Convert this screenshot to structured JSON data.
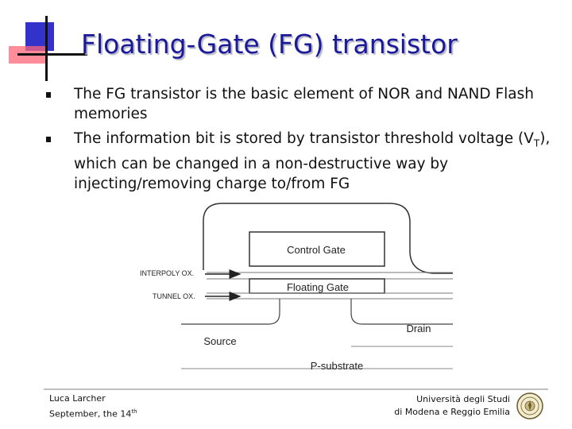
{
  "slide": {
    "title": "Floating-Gate (FG) transistor",
    "bullets": [
      {
        "text": "The FG transistor is the basic element of NOR and NAND Flash memories"
      },
      {
        "pre": "The information bit is stored by transistor threshold voltage (V",
        "sub": "T",
        "post": "), which can be changed in a non-destructive way by injecting/removing charge to/from FG"
      }
    ]
  },
  "diagram": {
    "control_gate": "Control Gate",
    "floating_gate": "Floating Gate",
    "interpoly_ox": "INTERPOLY OX.",
    "tunnel_ox": "TUNNEL OX.",
    "source": "Source",
    "drain": "Drain",
    "p_substrate": "P-substrate"
  },
  "footer": {
    "author": "Luca Larcher",
    "date_pre": "September, the 14",
    "date_sup": "th",
    "uni_line1": "Università degli Studi",
    "uni_line2": "di Modena e Reggio Emilia"
  },
  "colors": {
    "title": "#1a1a99",
    "deco_blue": "#3333cc",
    "deco_red": "#ff6677"
  },
  "icons": {
    "bullet": "square-bullet",
    "logo": "university-seal"
  }
}
